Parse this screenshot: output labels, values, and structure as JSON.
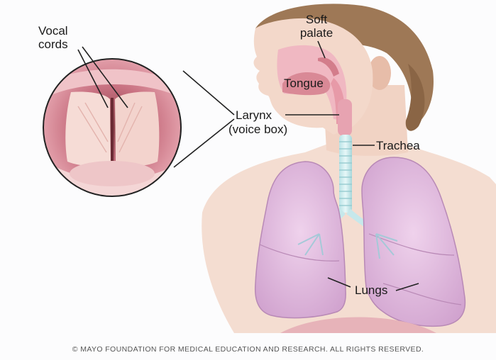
{
  "labels": {
    "vocal_cords_line1": "Vocal",
    "vocal_cords_line2": "cords",
    "soft_palate_line1": "Soft",
    "soft_palate_line2": "palate",
    "tongue": "Tongue",
    "larynx_line1": "Larynx",
    "larynx_line2": "(voice box)",
    "trachea": "Trachea",
    "lungs": "Lungs"
  },
  "copyright": "© MAYO FOUNDATION FOR MEDICAL EDUCATION AND RESEARCH. ALL RIGHTS RESERVED.",
  "colors": {
    "skin": "#f2d6c8",
    "skin_shadow": "#e2b7a3",
    "hair": "#9a7552",
    "tissue_pink": "#e9a7b5",
    "tissue_dark": "#c9707f",
    "lung_fill": "#dfb6dd",
    "lung_edge": "#b98bb7",
    "trachea": "#d1eef0",
    "vocal_fold": "#f3d9d3",
    "line": "#222222"
  }
}
